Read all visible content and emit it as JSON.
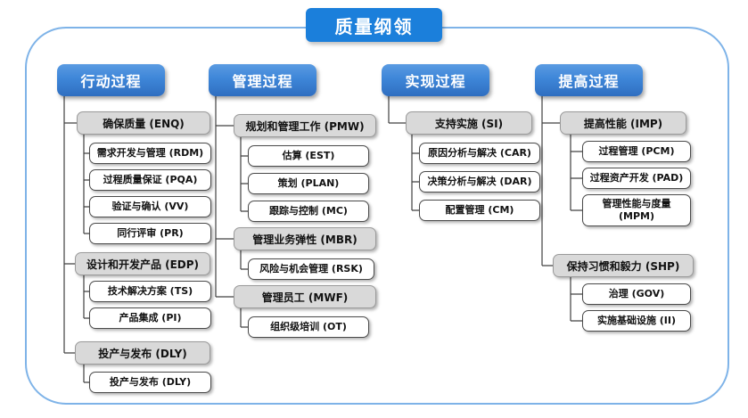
{
  "title": "质量纲领",
  "columns": [
    {
      "header": "行动过程",
      "groups": [
        {
          "label": "确保质量 (ENQ)",
          "children": [
            "需求开发与管理 (RDM)",
            "过程质量保证 (PQA)",
            "验证与确认 (VV)",
            "同行评审 (PR)"
          ]
        },
        {
          "label": "设计和开发产品 (EDP)",
          "children": [
            "技术解决方案 (TS)",
            "产品集成 (PI)"
          ]
        },
        {
          "label": "投产与发布 (DLY)",
          "children": [
            "投产与发布 (DLY)"
          ]
        }
      ]
    },
    {
      "header": "管理过程",
      "groups": [
        {
          "label": "规划和管理工作 (PMW)",
          "children": [
            "估算 (EST)",
            "策划 (PLAN)",
            "跟踪与控制 (MC)"
          ]
        },
        {
          "label": "管理业务弹性 (MBR)",
          "children": [
            "风险与机会管理 (RSK)"
          ]
        },
        {
          "label": "管理员工 (MWF)",
          "children": [
            "组织级培训 (OT)"
          ]
        }
      ]
    },
    {
      "header": "实现过程",
      "groups": [
        {
          "label": "支持实施 (SI)",
          "children": [
            "原因分析与解决 (CAR)",
            "决策分析与解决 (DAR)",
            "配置管理 (CM)"
          ]
        }
      ]
    },
    {
      "header": "提高过程",
      "groups": [
        {
          "label": "提高性能 (IMP)",
          "children": [
            "过程管理 (PCM)",
            "过程资产开发 (PAD)",
            "管理性能与度量 (MPM)"
          ]
        },
        {
          "label": "保持习惯和毅力 (SHP)",
          "children": [
            "治理 (GOV)",
            "实施基础设施 (II)"
          ]
        }
      ]
    }
  ],
  "colors": {
    "header_blue": "#3E86D8",
    "title_blue": "#1B7FDB",
    "group_gray": "#D9D9D9",
    "frame_blue": "#7EB3E8",
    "line": "#404040"
  }
}
